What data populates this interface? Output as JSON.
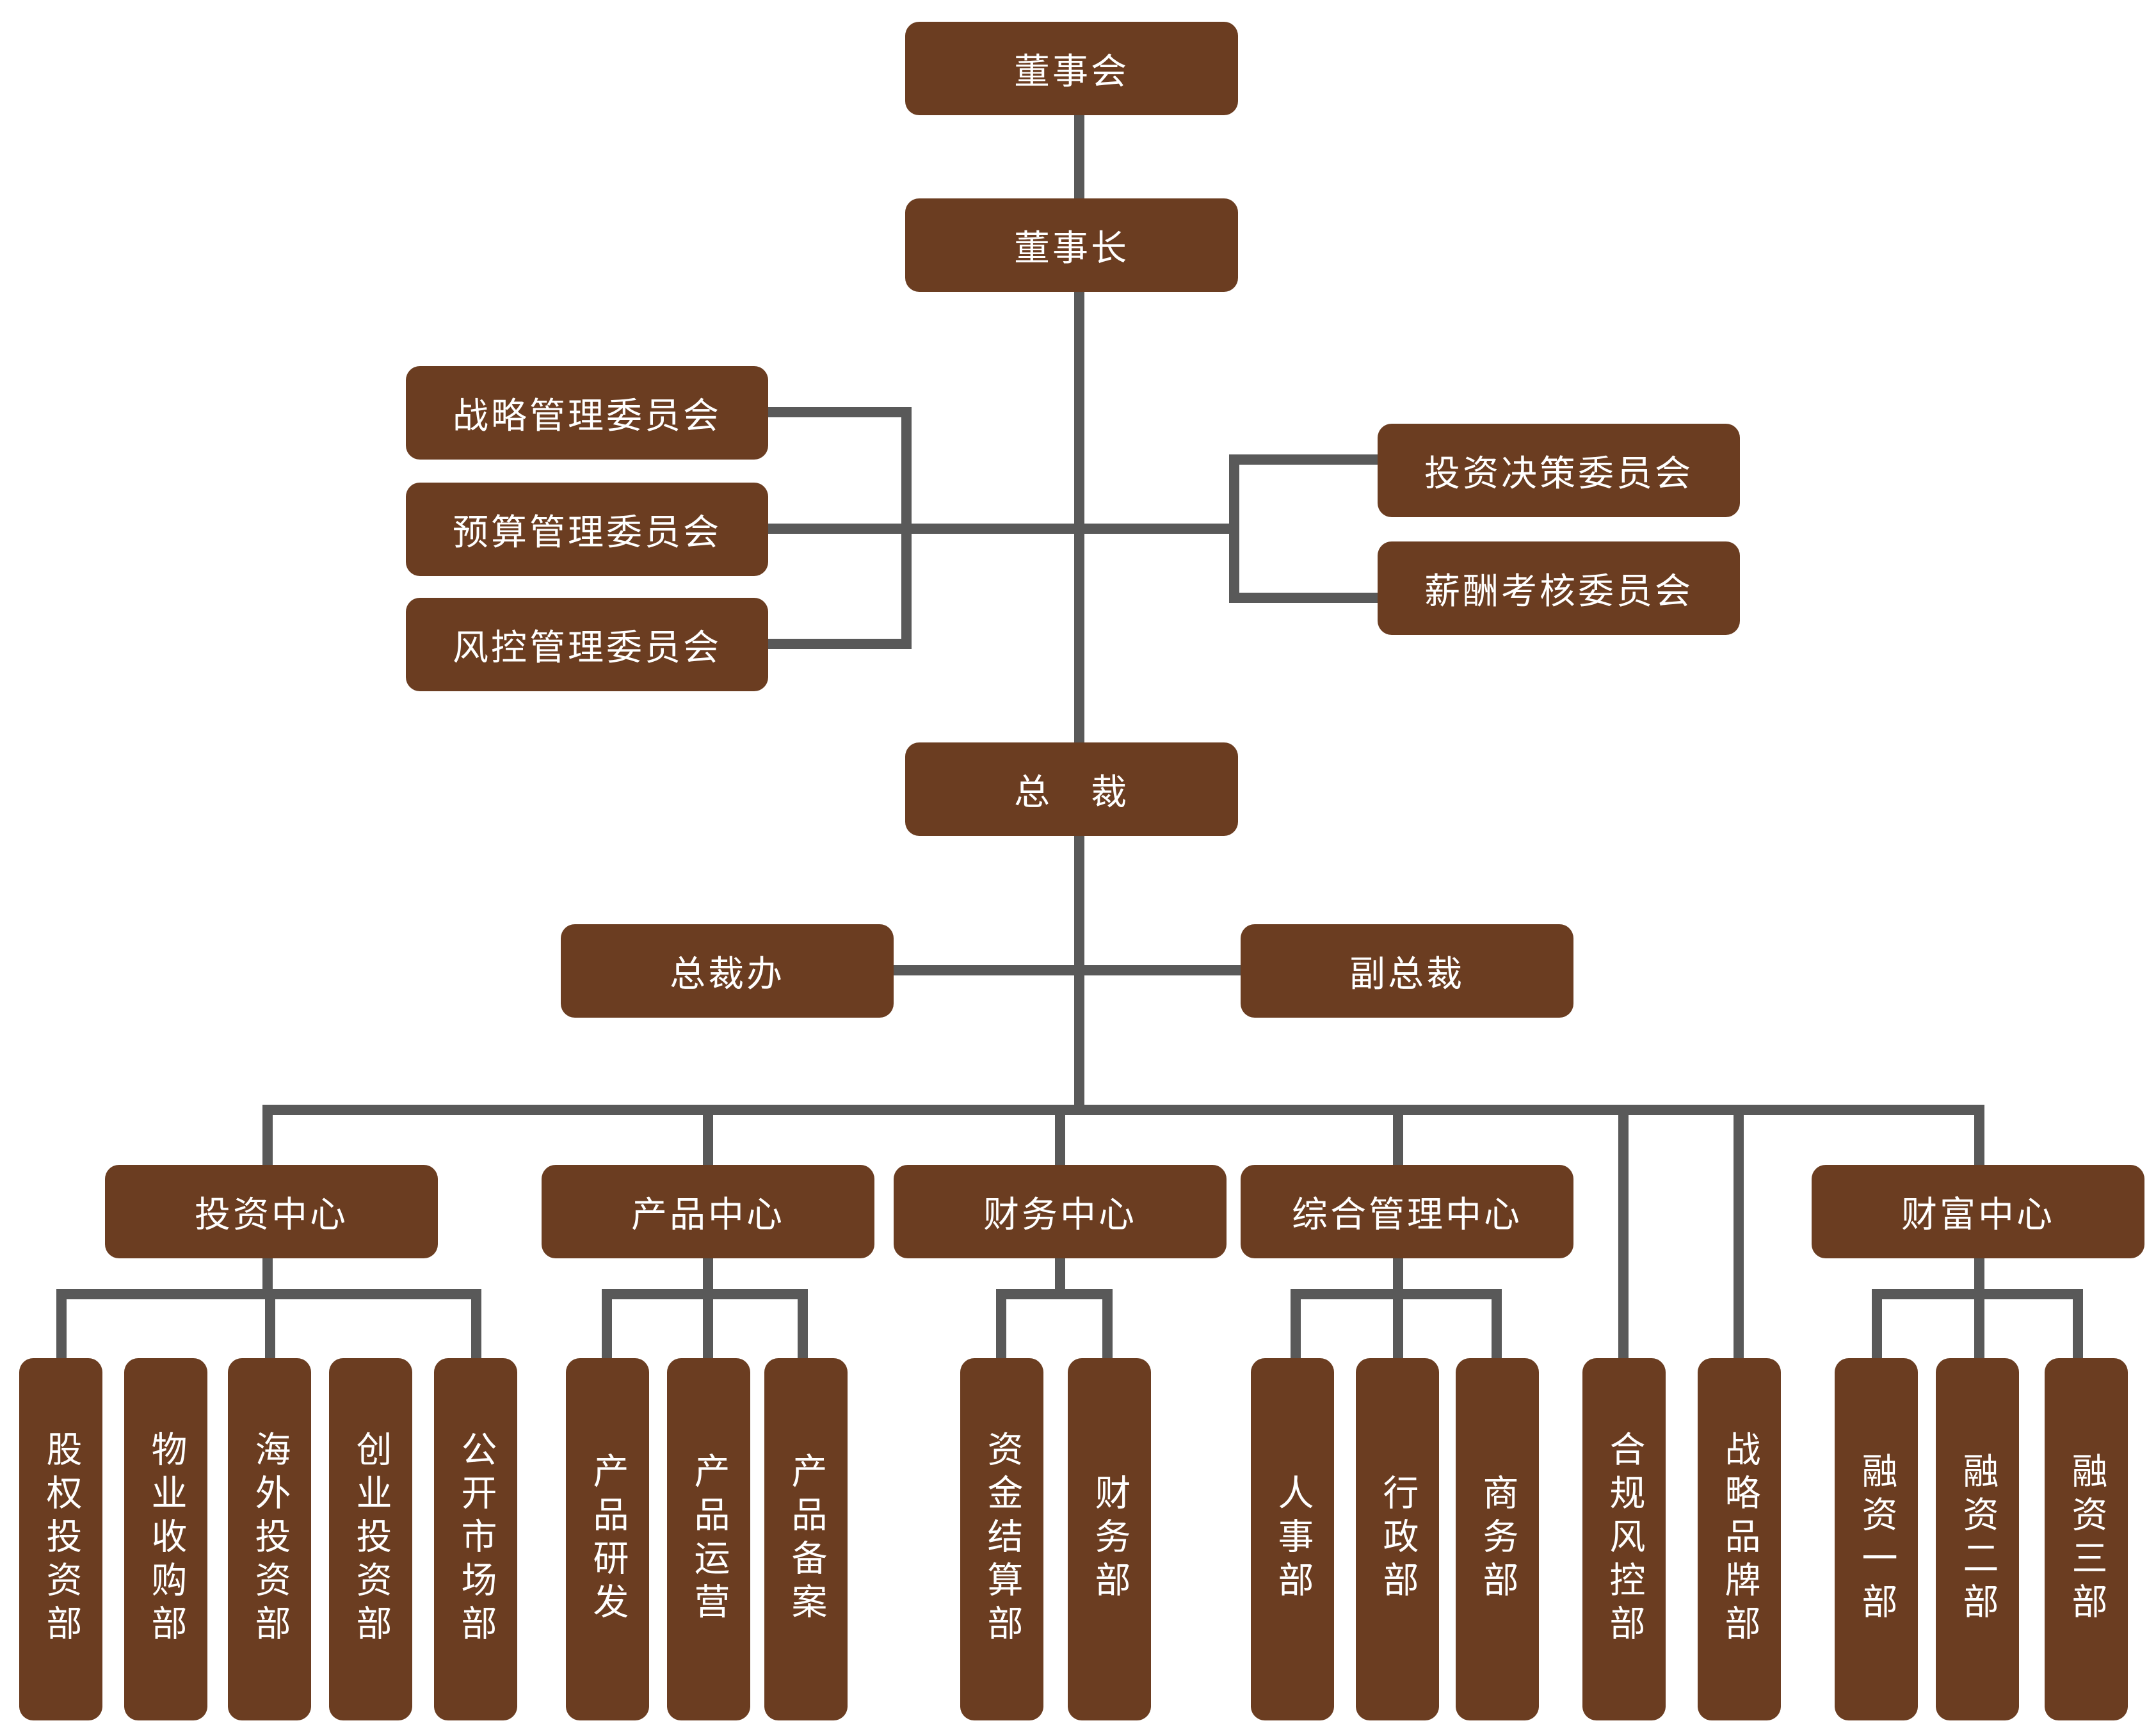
{
  "org": {
    "board": "董事会",
    "chairman": "董事长",
    "left_committees": [
      "战略管理委员会",
      "预算管理委员会",
      "风控管理委员会"
    ],
    "right_committees": [
      "投资决策委员会",
      "薪酬考核委员会"
    ],
    "president": "总　裁",
    "president_office": "总裁办",
    "vice_president": "副总裁",
    "centers": [
      "投资中心",
      "产品中心",
      "财务中心",
      "综合管理中心",
      "财富中心"
    ],
    "departments": {
      "investment": [
        "股权投资部",
        "物业收购部",
        "海外投资部",
        "创业投资部",
        "公开市场部"
      ],
      "product": [
        "产品研发",
        "产品运营",
        "产品备案"
      ],
      "finance": [
        "资金结算部",
        "财务部"
      ],
      "admin": [
        "人事部",
        "行政部",
        "商务部"
      ],
      "standalone": [
        "合规风控部",
        "战略品牌部"
      ],
      "wealth": [
        "融资一部",
        "融资二部",
        "融资三部"
      ]
    }
  },
  "colors": {
    "box": "#6b3d21",
    "line": "#595959",
    "text": "#ffffff"
  }
}
